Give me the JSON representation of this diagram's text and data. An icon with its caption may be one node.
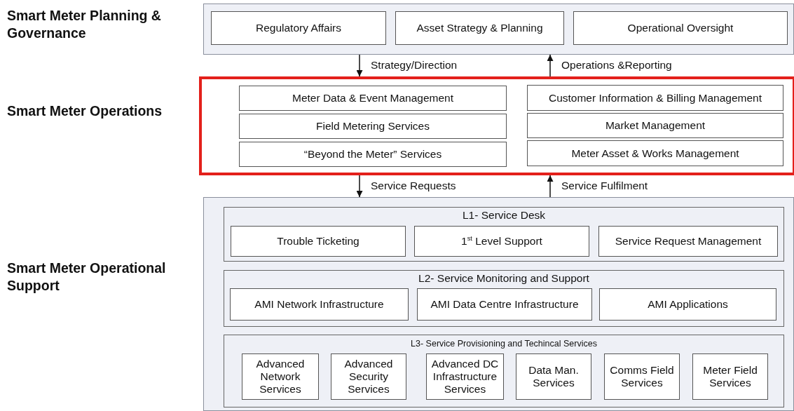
{
  "diagram": {
    "nodes": [
      {
        "text": [],
        "shape": "box",
        "beside": [
          "Smart Meter Planning & Governance"
        ]
      },
      {
        "text": [
          "Regulatory Affairs"
        ],
        "in": 0
      },
      {
        "text": [
          "Asset Strategy & Planning"
        ],
        "in": 0
      },
      {
        "text": [
          "Operational Oversight"
        ],
        "in": 0
      },
      {
        "text": [],
        "shape": "box",
        "beside": [
          "Smart Meter Operations"
        ]
      },
      {
        "text": [
          "Meter Data & Event Management"
        ],
        "in": 4
      },
      {
        "text": [
          "Field Metering Services"
        ],
        "in": 4
      },
      {
        "text": [
          "“Beyond the Meter” Services"
        ],
        "in": 4
      },
      {
        "text": [
          "Customer Information & Billing Management"
        ],
        "in": 4
      },
      {
        "text": [
          "Market Management"
        ],
        "in": 4
      },
      {
        "text": [
          "Meter Asset & Works Management"
        ],
        "in": 4
      },
      {
        "text": [],
        "shape": "box",
        "beside": [
          "Smart Meter Operational Support"
        ]
      },
      {
        "text": [
          "L1- Service Desk"
        ],
        "in": 11
      },
      {
        "text": [
          "Trouble Ticketing"
        ],
        "in": 12
      },
      {
        "text": [
          "1$^{st}$ Level Support"
        ],
        "in": 12
      },
      {
        "text": [
          "Service Request Management"
        ],
        "in": 12
      },
      {
        "text": [
          "L2- Service Monitoring and Support"
        ],
        "in": 11
      },
      {
        "text": [
          "AMI Network Infrastructure"
        ],
        "in": 16
      },
      {
        "text": [
          "AMI Data Centre Infrastructure"
        ],
        "in": 16
      },
      {
        "text": [
          "AMI Applications"
        ],
        "in": 16
      },
      {
        "text": [
          "L3- Service Provisioning and Techincal Services"
        ],
        "in": 11
      },
      {
        "text": [
          "Advanced Network Services"
        ],
        "in": 20
      },
      {
        "text": [
          "Advanced Security Services"
        ],
        "in": 20
      },
      {
        "text": [
          "Advanced DC Infrastructure Services"
        ],
        "in": 20
      },
      {
        "text": [
          "Data Man. Services"
        ],
        "in": 20
      },
      {
        "text": [
          "Comms Field Services"
        ],
        "in": 20
      },
      {
        "text": [
          "Meter Field Services"
        ],
        "in": 20
      }
    ],
    "edges": [
      {
        "from": 0,
        "to": 4,
        "arrow": "to",
        "label": "Strategy/Direction"
      },
      {
        "from": 4,
        "to": 0,
        "arrow": "to",
        "label": "Operations &Reporting"
      },
      {
        "from": 4,
        "to": 11,
        "arrow": "to",
        "label": "Service Requests"
      },
      {
        "from": 11,
        "to": 4,
        "arrow": "to",
        "label": "Service Fulfilment"
      }
    ]
  }
}
